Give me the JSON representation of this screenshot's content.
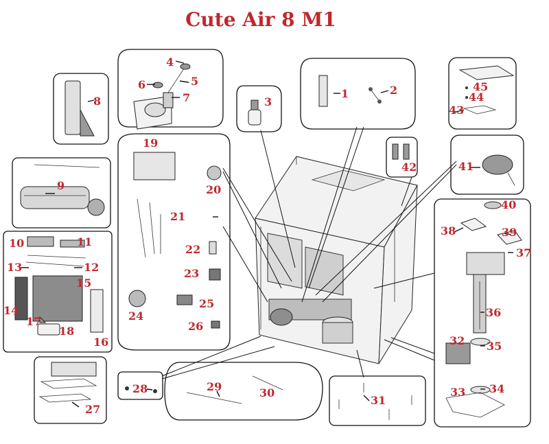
{
  "title": "Cute Air 8 M1",
  "accent_color": "#c0282e",
  "parts": [
    {
      "id": "p1",
      "label": "1"
    },
    {
      "id": "p2",
      "label": "2"
    },
    {
      "id": "p3",
      "label": "3"
    },
    {
      "id": "p4",
      "label": "4"
    },
    {
      "id": "p5",
      "label": "5"
    },
    {
      "id": "p6",
      "label": "6"
    },
    {
      "id": "p7",
      "label": "7"
    },
    {
      "id": "p8",
      "label": "8"
    },
    {
      "id": "p9",
      "label": "9"
    },
    {
      "id": "p10",
      "label": "10"
    },
    {
      "id": "p11",
      "label": "11"
    },
    {
      "id": "p12",
      "label": "12"
    },
    {
      "id": "p13",
      "label": "13"
    },
    {
      "id": "p14",
      "label": "14"
    },
    {
      "id": "p15",
      "label": "15"
    },
    {
      "id": "p16",
      "label": "16"
    },
    {
      "id": "p17",
      "label": "17"
    },
    {
      "id": "p18",
      "label": "18"
    },
    {
      "id": "p19",
      "label": "19"
    },
    {
      "id": "p20",
      "label": "20"
    },
    {
      "id": "p21",
      "label": "21"
    },
    {
      "id": "p22",
      "label": "22"
    },
    {
      "id": "p23",
      "label": "23"
    },
    {
      "id": "p24",
      "label": "24"
    },
    {
      "id": "p25",
      "label": "25"
    },
    {
      "id": "p26",
      "label": "26"
    },
    {
      "id": "p27",
      "label": "27"
    },
    {
      "id": "p28",
      "label": "28"
    },
    {
      "id": "p29",
      "label": "29"
    },
    {
      "id": "p30",
      "label": "30"
    },
    {
      "id": "p31",
      "label": "31"
    },
    {
      "id": "p32",
      "label": "32"
    },
    {
      "id": "p33",
      "label": "33"
    },
    {
      "id": "p34",
      "label": "34"
    },
    {
      "id": "p35",
      "label": "35"
    },
    {
      "id": "p36",
      "label": "36"
    },
    {
      "id": "p37",
      "label": "37"
    },
    {
      "id": "p38",
      "label": "38"
    },
    {
      "id": "p39",
      "label": "39"
    },
    {
      "id": "p40",
      "label": "40"
    },
    {
      "id": "p41",
      "label": "41"
    },
    {
      "id": "p42",
      "label": "42"
    },
    {
      "id": "p43",
      "label": "43"
    },
    {
      "id": "p44",
      "label": "44"
    },
    {
      "id": "p45",
      "label": "45"
    }
  ]
}
